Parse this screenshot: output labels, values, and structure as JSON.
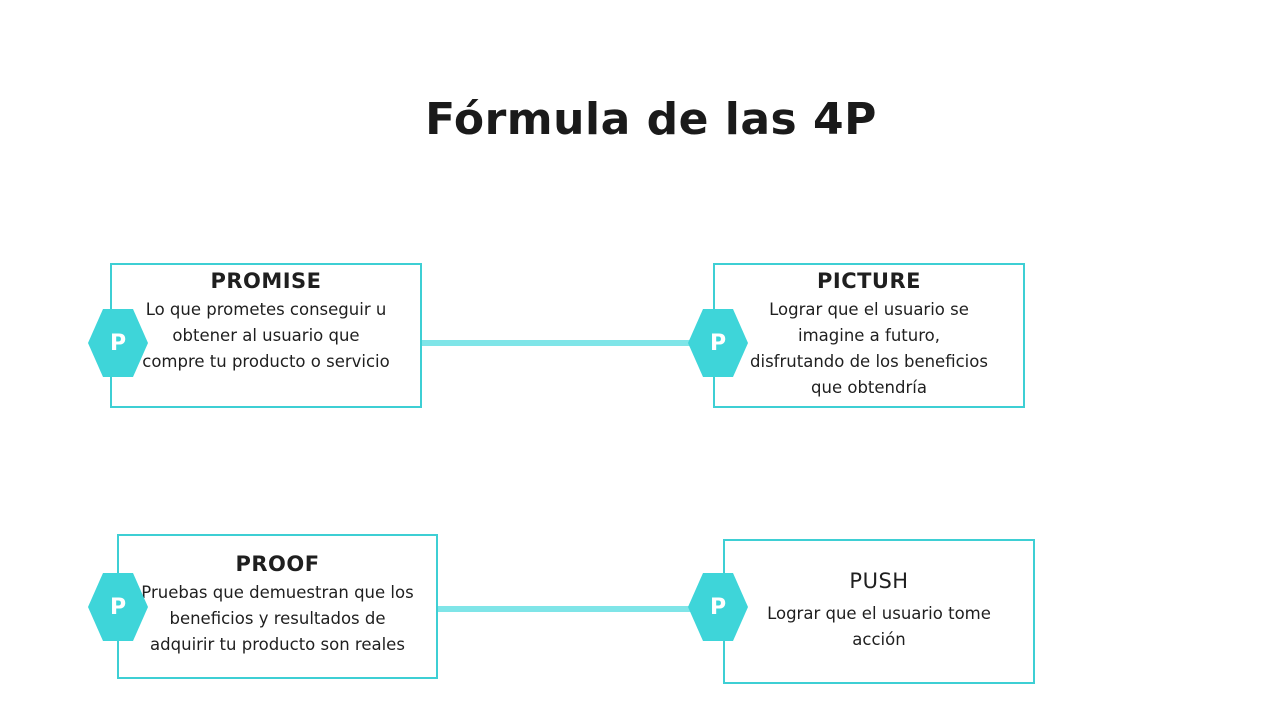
{
  "title": "Fórmula de las 4P",
  "badge_letter": "P",
  "colors": {
    "accent": "#3ed5d9",
    "border": "#3ecfd4",
    "connector": "#7fe5e8"
  },
  "cards": [
    {
      "title": "PROMISE",
      "description": "Lo que prometes conseguir u obtener al usuario que compre tu producto o servicio"
    },
    {
      "title": "PICTURE",
      "description": "Lograr que el usuario se imagine a futuro, disfrutando de los beneficios que obtendría"
    },
    {
      "title": "PROOF",
      "description": "Pruebas que demuestran que los beneficios y resultados de adquirir tu producto son reales"
    },
    {
      "title": "PUSH",
      "description": "Lograr que el usuario tome acción"
    }
  ]
}
